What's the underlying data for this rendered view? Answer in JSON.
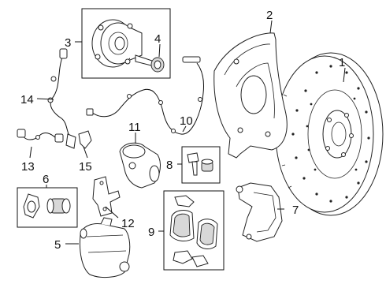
{
  "callouts": [
    {
      "id": "1",
      "label": "1"
    },
    {
      "id": "2",
      "label": "2"
    },
    {
      "id": "3",
      "label": "3"
    },
    {
      "id": "4",
      "label": "4"
    },
    {
      "id": "5",
      "label": "5"
    },
    {
      "id": "6",
      "label": "6"
    },
    {
      "id": "7",
      "label": "7"
    },
    {
      "id": "8",
      "label": "8"
    },
    {
      "id": "9",
      "label": "9"
    },
    {
      "id": "10",
      "label": "10"
    },
    {
      "id": "11",
      "label": "11"
    },
    {
      "id": "12",
      "label": "12"
    },
    {
      "id": "13",
      "label": "13"
    },
    {
      "id": "14",
      "label": "14"
    },
    {
      "id": "15",
      "label": "15"
    }
  ],
  "parts": {
    "p1": "brake-rotor",
    "p2": "splash-shield",
    "p3": "hub-bearing-assembly",
    "p4": "hub-bolt",
    "p5": "brake-caliper",
    "p6": "caliper-guide-pin-kit",
    "p7": "caliper-support-bracket",
    "p8": "caliper-bolt-kit",
    "p9": "brake-pad-set",
    "p10": "pad-wear-sensor",
    "p11": "parking-brake-actuator",
    "p12": "mounting-bracket",
    "p13": "speed-sensor-harness",
    "p14": "abs-wheel-speed-sensor",
    "p15": "sensor-clip"
  }
}
